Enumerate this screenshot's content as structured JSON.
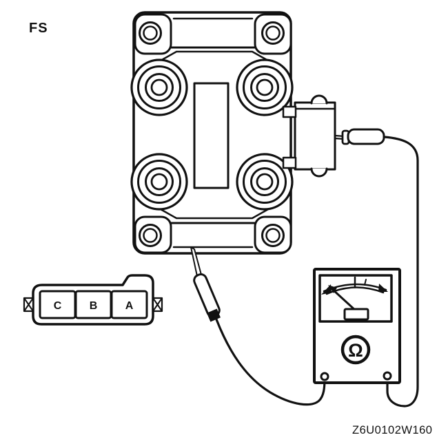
{
  "figure": {
    "system_label": "FS",
    "figure_code": "Z6U0102W160",
    "connector_pins": [
      "C",
      "B",
      "A"
    ],
    "meter_symbol": "Ω",
    "colors": {
      "line": "#111111",
      "background": "#ffffff"
    }
  }
}
